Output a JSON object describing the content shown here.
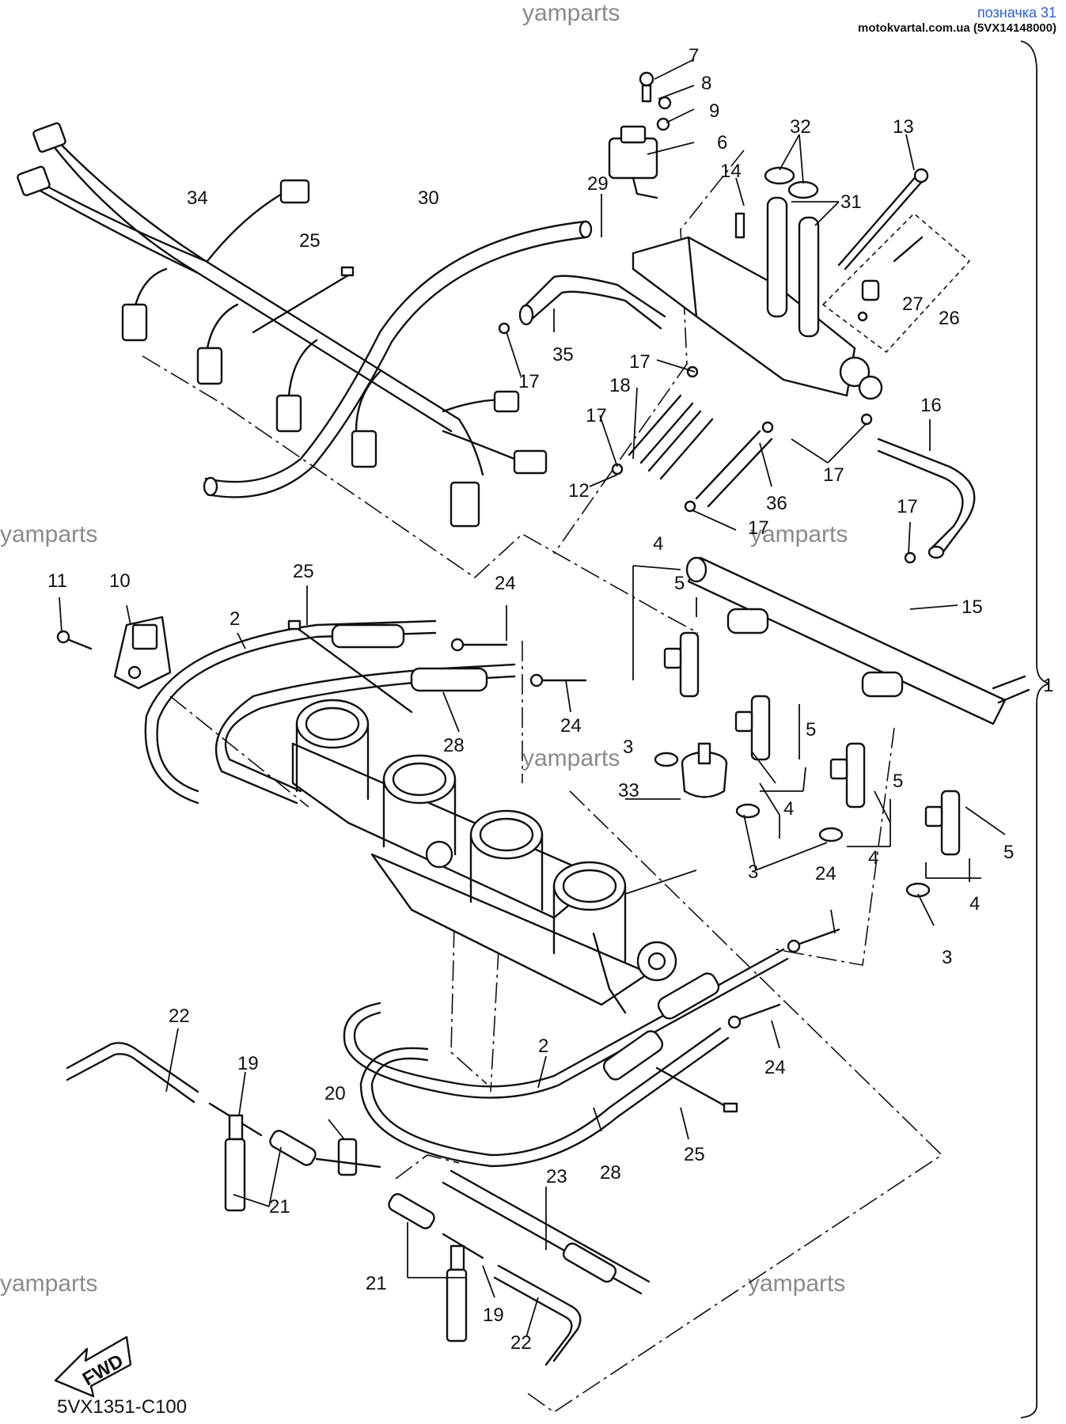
{
  "header": {
    "title": "позначка 31",
    "subtitle": "motokvartal.com.ua (5VX14148000)"
  },
  "watermarks": [
    "yamparts",
    "yamparts",
    "yamparts",
    "yamparts",
    "yamparts",
    "yamparts"
  ],
  "callouts": {
    "c1": "1",
    "c2a": "2",
    "c2b": "2",
    "c3a": "3",
    "c3b": "3",
    "c3c": "3",
    "c4a": "4",
    "c4b": "4",
    "c4c": "4",
    "c4d": "4",
    "c5a": "5",
    "c5b": "5",
    "c5c": "5",
    "c5d": "5",
    "c6": "6",
    "c7": "7",
    "c8": "8",
    "c9": "9",
    "c10": "10",
    "c11": "11",
    "c12": "12",
    "c13": "13",
    "c14": "14",
    "c15": "15",
    "c16": "16",
    "c17a": "17",
    "c17b": "17",
    "c17c": "17",
    "c17d": "17",
    "c17e": "17",
    "c17f": "17",
    "c18": "18",
    "c19a": "19",
    "c19b": "19",
    "c20": "20",
    "c21a": "21",
    "c21b": "21",
    "c22a": "22",
    "c22b": "22",
    "c23": "23",
    "c24a": "24",
    "c24b": "24",
    "c24c": "24",
    "c24d": "24",
    "c25a": "25",
    "c25b": "25",
    "c25c": "25",
    "c26": "26",
    "c27": "27",
    "c28a": "28",
    "c28b": "28",
    "c29": "29",
    "c30": "30",
    "c31": "31",
    "c32": "32",
    "c33": "33",
    "c34": "34",
    "c35": "35",
    "c36": "36"
  },
  "fwd_label": "FWD",
  "diagram_code": "5VX1351-C100"
}
